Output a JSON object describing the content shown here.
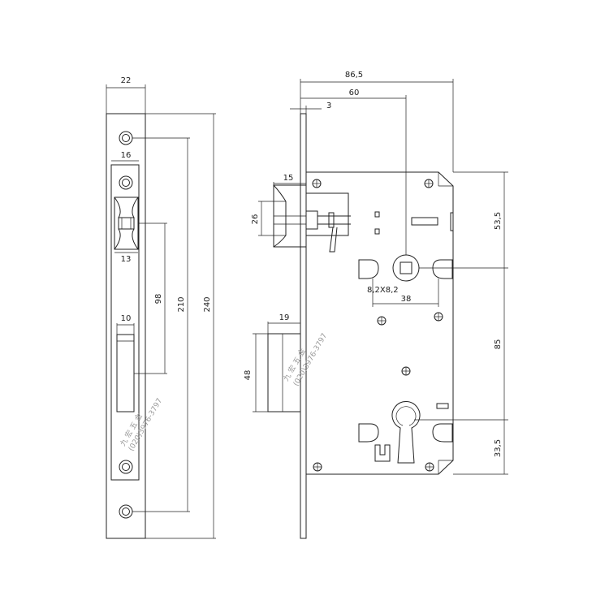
{
  "dimensions": {
    "faceplate_width": "22",
    "inner_plate_width": "16",
    "latch_width": "13",
    "deadbolt_width": "10",
    "latch_to_bolt": "98",
    "screw_spacing": "210",
    "faceplate_height": "240",
    "overall_width": "86,5",
    "backset": "60",
    "faceplate_thickness": "3",
    "latch_projection": "15",
    "latch_height": "26",
    "bolt_projection": "19",
    "bolt_height": "48",
    "follower_size": "8,2X8,2",
    "handle_spacing": "38",
    "top_to_follower": "53,5",
    "follower_to_cylinder": "85",
    "cylinder_to_bottom": "33,5"
  },
  "watermark": {
    "name": "九 宏 五 金",
    "phone": "(020)3976-3797"
  },
  "colors": {
    "line": "#222222",
    "watermark": "#9a9a9a"
  }
}
